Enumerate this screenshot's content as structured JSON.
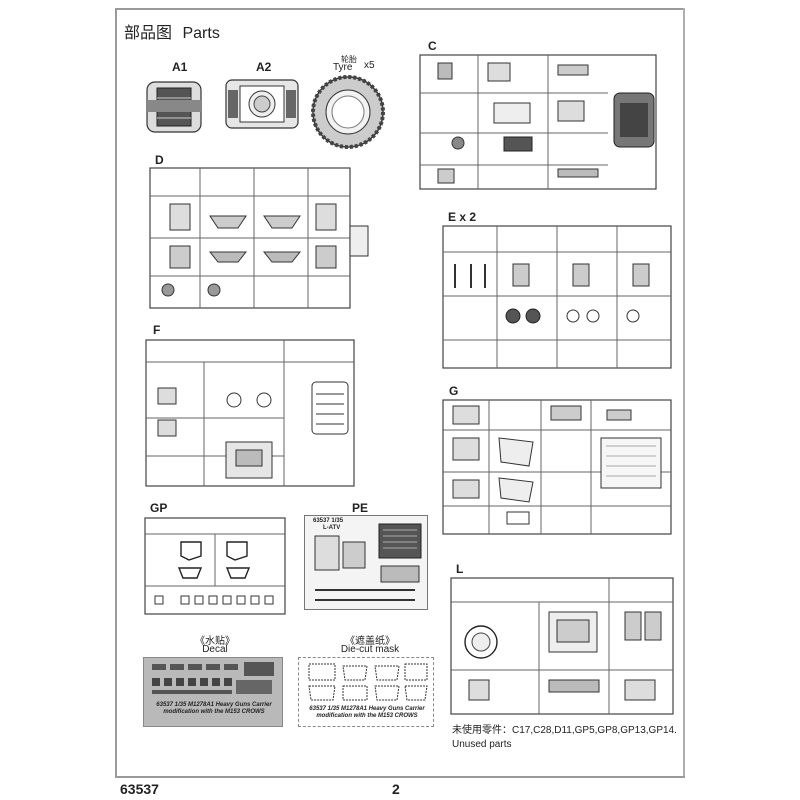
{
  "header": {
    "title_zh": "部品图",
    "title_en": "Parts"
  },
  "sprues": {
    "a1": "A1",
    "a2": "A2",
    "tyre_zh": "轮胎",
    "tyre_en": "Tyre",
    "tyre_qty": "x5",
    "c": "C",
    "d": "D",
    "e": "E x 2",
    "f": "F",
    "g": "G",
    "gp": "GP",
    "pe": "PE",
    "l": "L"
  },
  "pe_sheet": {
    "code": "63537  1/35",
    "tag": "L-ATV"
  },
  "decal": {
    "caption_zh": "《水贴》",
    "caption_en": "Decal",
    "text": "63537  1/35  M1278A1 Heavy Guns Carrier modification with the M153 CROWS"
  },
  "mask": {
    "caption_zh": "《遮盖纸》",
    "caption_en": "Die-cut mask",
    "text": "63537  1/35  M1278A1 Heavy Guns Carrier modification with the M153 CROWS"
  },
  "unused": {
    "line_zh": "未使用零件：C17,C28,D11,GP5,GP8,GP13,GP14.",
    "line_en": "Unused parts"
  },
  "footer": {
    "product_code": "63537",
    "page_number": "2"
  }
}
